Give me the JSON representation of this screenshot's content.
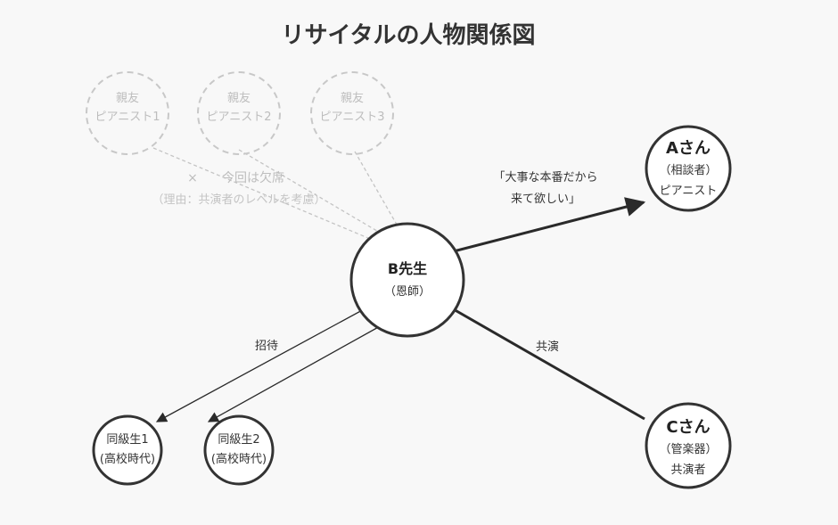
{
  "title": "リサイタルの人物関係図",
  "friends": [
    {
      "line1": "親友",
      "line2": "ピアニスト1"
    },
    {
      "line1": "親友",
      "line2": "ピアニスト2"
    },
    {
      "line1": "親友",
      "line2": "ピアニスト3"
    }
  ],
  "absence": {
    "mark": "×",
    "line1": "今回は欠席",
    "line2": "（理由：共演者のレベルを考慮）"
  },
  "teacher": {
    "name": "B先生",
    "role": "（恩師）"
  },
  "a_person": {
    "name": "Aさん",
    "role": "（相談者）",
    "job": "ピアニスト"
  },
  "c_person": {
    "name": "Cさん",
    "role": "（管楽器）",
    "job": "共演者"
  },
  "classmates": [
    {
      "line1": "同級生1",
      "line2": "(高校時代)"
    },
    {
      "line1": "同級生2",
      "line2": "(高校時代)"
    }
  ],
  "edges": {
    "request_line1": "「大事な本番だから",
    "request_line2": "来て欲しい」",
    "invite": "招待",
    "perform": "共演"
  }
}
